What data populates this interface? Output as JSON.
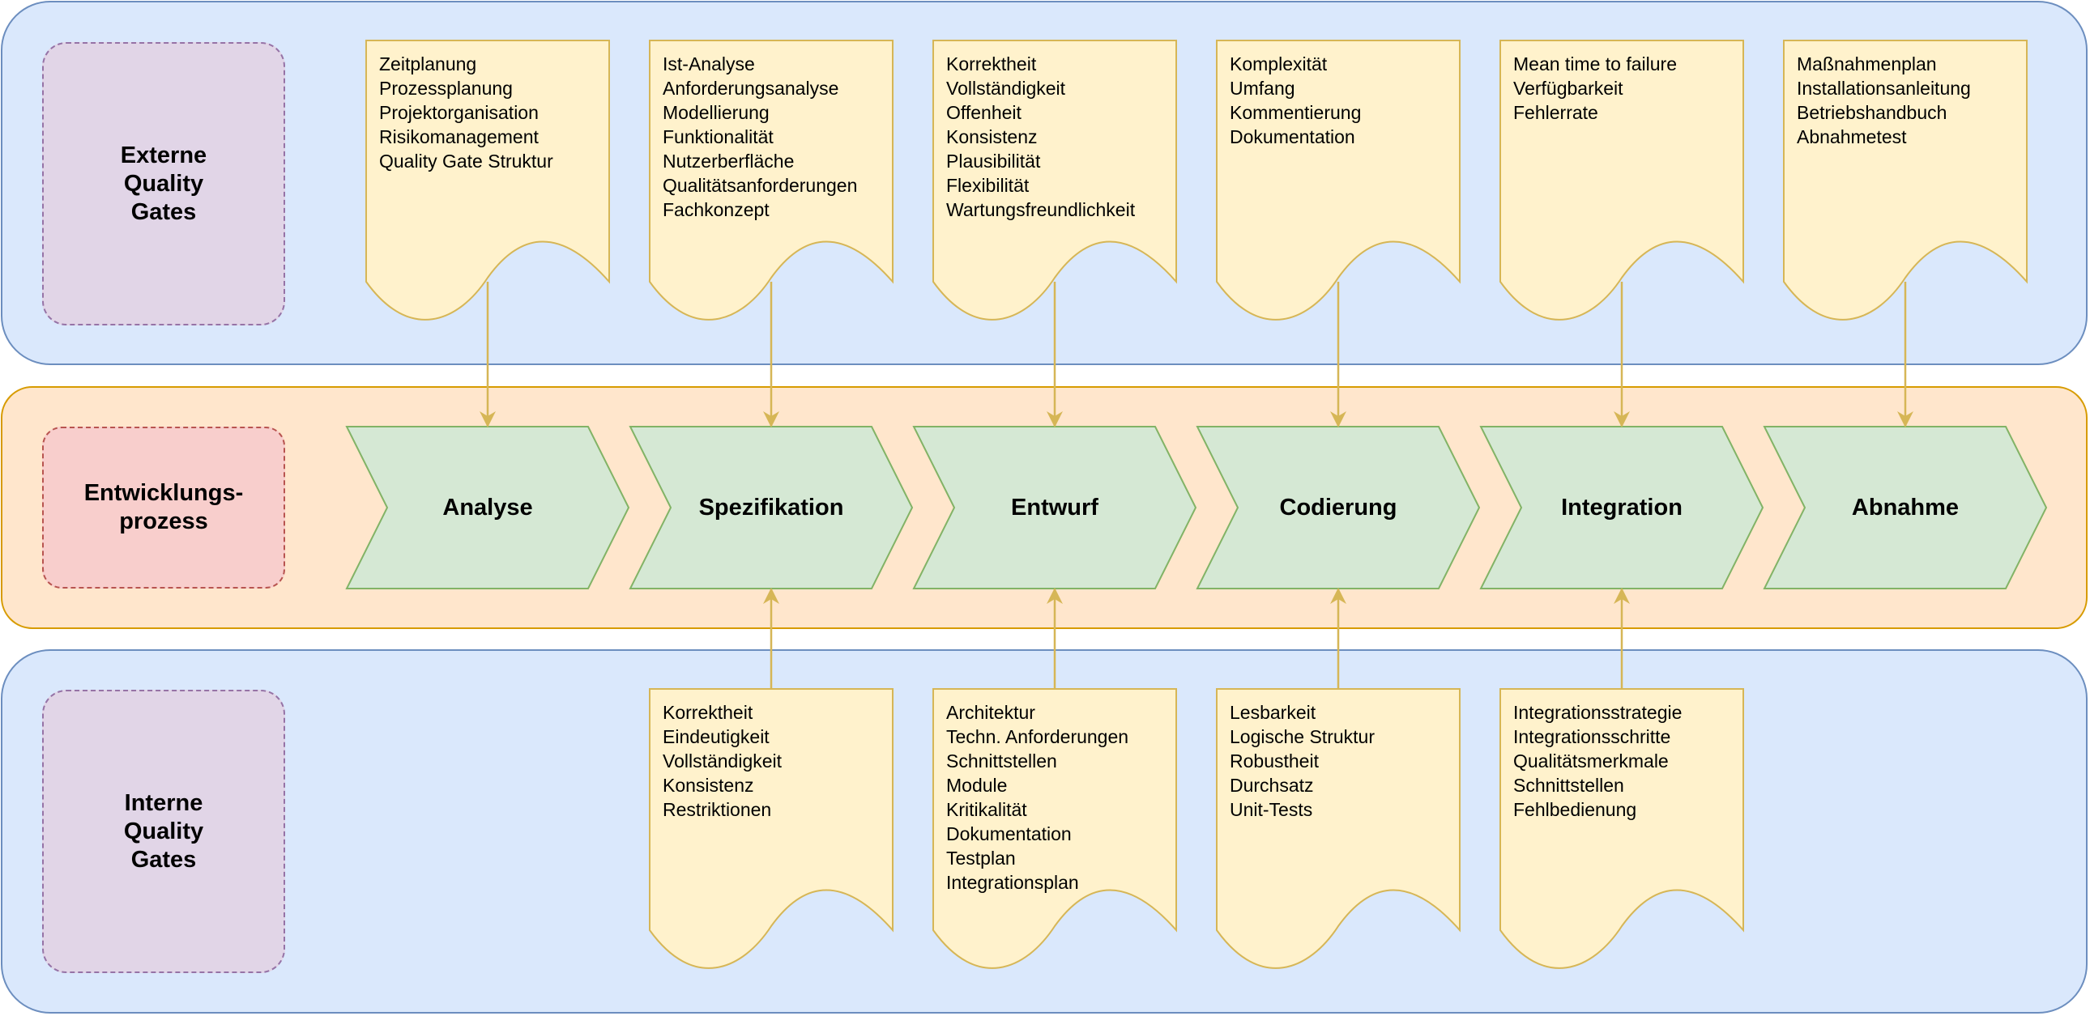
{
  "colors": {
    "band_blue_fill": "#dae8fc",
    "band_blue_stroke": "#6c8ebf",
    "band_orange_fill": "#ffe6cc",
    "band_orange_stroke": "#d79b00",
    "doc_fill": "#fff2cc",
    "doc_stroke": "#d6b656",
    "step_fill": "#d5e8d4",
    "step_stroke": "#82b366",
    "arrow": "#d6b656"
  },
  "bands": {
    "external": {
      "label": "Externe\nQuality\nGates"
    },
    "process": {
      "label": "Entwicklungs-\nprozess"
    },
    "internal": {
      "label": "Interne\nQuality\nGates"
    }
  },
  "steps": [
    {
      "label": "Analyse"
    },
    {
      "label": "Spezifikation"
    },
    {
      "label": "Entwurf"
    },
    {
      "label": "Codierung"
    },
    {
      "label": "Integration"
    },
    {
      "label": "Abnahme"
    }
  ],
  "external_gates": [
    {
      "step": 0,
      "items": [
        "Zeitplanung",
        "Prozessplanung",
        "Projektorganisation",
        "Risikomanagement",
        "Quality Gate Struktur"
      ]
    },
    {
      "step": 1,
      "items": [
        "Ist-Analyse",
        "Anforderungsanalyse",
        "Modellierung",
        "Funktionalität",
        "Nutzerberfläche",
        "Qualitätsanforderungen",
        "Fachkonzept"
      ]
    },
    {
      "step": 2,
      "items": [
        "Korrektheit",
        "Vollständigkeit",
        "Offenheit",
        "Konsistenz",
        "Plausibilität",
        "Flexibilität",
        "Wartungsfreundlichkeit"
      ]
    },
    {
      "step": 3,
      "items": [
        "Komplexität",
        "Umfang",
        "Kommentierung",
        "Dokumentation"
      ]
    },
    {
      "step": 4,
      "items": [
        "Mean time to failure",
        "Verfügbarkeit",
        "Fehlerrate"
      ]
    },
    {
      "step": 5,
      "items": [
        "Maßnahmenplan",
        "Installationsanleitung",
        "Betriebshandbuch",
        "Abnahmetest"
      ]
    }
  ],
  "internal_gates": [
    {
      "step": 1,
      "items": [
        "Korrektheit",
        "Eindeutigkeit",
        "Vollständigkeit",
        "Konsistenz",
        "Restriktionen"
      ]
    },
    {
      "step": 2,
      "items": [
        "Architektur",
        "Techn. Anforderungen",
        "Schnittstellen",
        "Module",
        "Kritikalität",
        "Dokumentation",
        "Testplan",
        "Integrationsplan"
      ]
    },
    {
      "step": 3,
      "items": [
        "Lesbarkeit",
        "Logische Struktur",
        "Robustheit",
        "Durchsatz",
        "Unit-Tests"
      ]
    },
    {
      "step": 4,
      "items": [
        "Integrationsstrategie",
        "Integrationsschritte",
        "Qualitätsmerkmale",
        "Schnittstellen",
        "Fehlbedienung"
      ]
    }
  ]
}
